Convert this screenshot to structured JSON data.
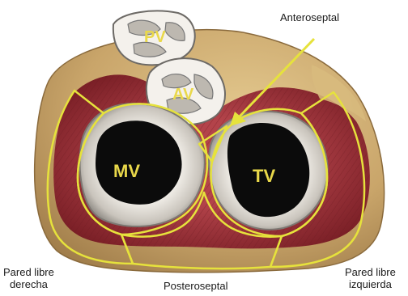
{
  "labels": {
    "pulmonary_valve": "PV",
    "aortic_valve": "AV",
    "mitral_valve": "MV",
    "tricuspid_valve": "TV",
    "anteroseptal": "Anteroseptal",
    "posteroseptal": "Posteroseptal",
    "right_free_wall_line1": "Pared libre",
    "right_free_wall_line2": "derecha",
    "left_free_wall_line1": "Pared libre",
    "left_free_wall_line2": "izquierda"
  },
  "colors": {
    "outline": "#e6e23c",
    "fat": "#c9a56a",
    "myocardium": "#9c2a32",
    "annulus": "#d9d4cc",
    "orifice": "#0b0b0b",
    "label_text": "#e9d84a"
  }
}
